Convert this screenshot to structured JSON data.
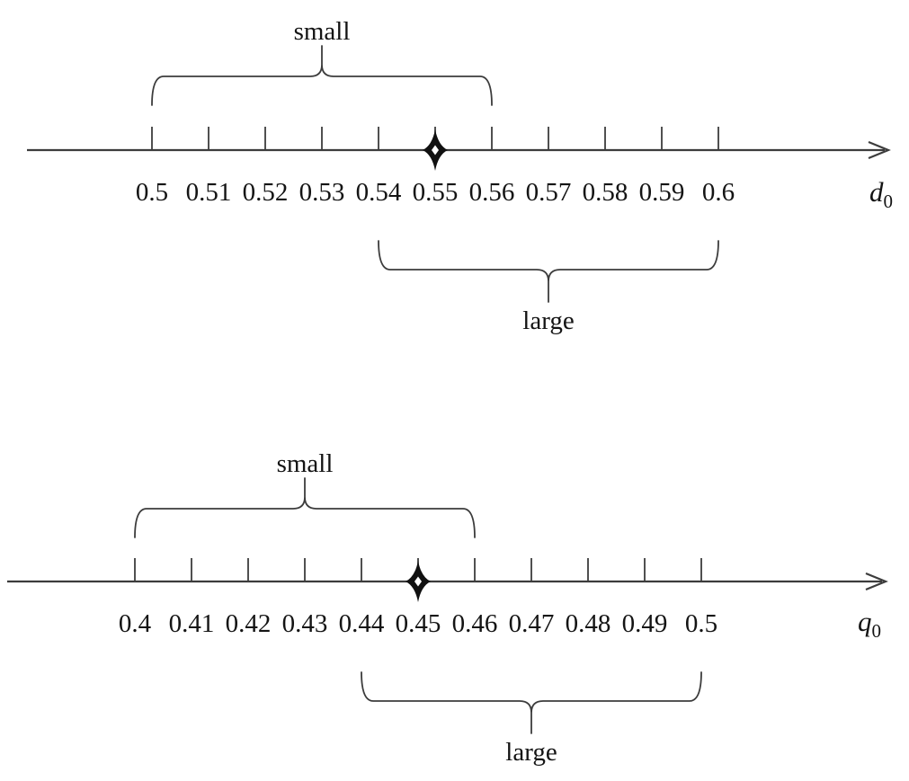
{
  "figure": {
    "background_color": "#ffffff",
    "line_color": "#3c3c3c",
    "text_color": "#141414",
    "marker_color": "#111111"
  },
  "diagrams": [
    {
      "name": "d0-number-line",
      "axis_label": {
        "base": "d",
        "sub": "0"
      },
      "tick_labels": [
        "0.5",
        "0.51",
        "0.52",
        "0.53",
        "0.54",
        "0.55",
        "0.56",
        "0.57",
        "0.58",
        "0.59",
        "0.6"
      ],
      "marked_value": "0.55",
      "braces": [
        {
          "label": "small",
          "side": "above",
          "from": "0.5",
          "to": "0.56"
        },
        {
          "label": "large",
          "side": "below",
          "from": "0.54",
          "to": "0.6"
        }
      ]
    },
    {
      "name": "q0-number-line",
      "axis_label": {
        "base": "q",
        "sub": "0"
      },
      "tick_labels": [
        "0.4",
        "0.41",
        "0.42",
        "0.43",
        "0.44",
        "0.45",
        "0.46",
        "0.47",
        "0.48",
        "0.49",
        "0.5"
      ],
      "marked_value": "0.45",
      "braces": [
        {
          "label": "small",
          "side": "above",
          "from": "0.4",
          "to": "0.46"
        },
        {
          "label": "large",
          "side": "below",
          "from": "0.44",
          "to": "0.5"
        }
      ]
    }
  ]
}
